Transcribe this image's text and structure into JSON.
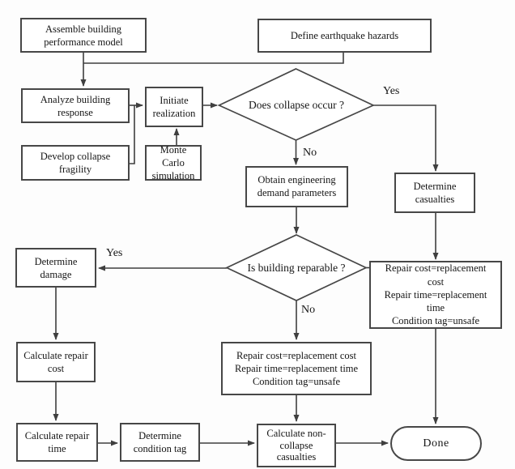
{
  "nodes": {
    "assemble_model": {
      "label": "Assemble building\nperformance model"
    },
    "define_hazards": {
      "label": "Define earthquake hazards"
    },
    "analyze_response": {
      "label": "Analyze building\nresponse"
    },
    "initiate_realization": {
      "label": "Initiate\nrealization"
    },
    "develop_fragility": {
      "label": "Develop collapse\nfragility"
    },
    "monte_carlo": {
      "label": "Monte Carlo\nsimulation"
    },
    "collapse_decision": {
      "label": "Does collapse occur ?"
    },
    "obtain_edp": {
      "label": "Obtain engineering\ndemand parameters"
    },
    "determine_casualties": {
      "label": "Determine\ncasualties"
    },
    "reparable_decision": {
      "label": "Is building reparable ?"
    },
    "determine_damage": {
      "label": "Determine\ndamage"
    },
    "repair_unsafe_right": {
      "label": "Repair cost=replacement\ncost\nRepair time=replacement\ntime\nCondition tag=unsafe"
    },
    "repair_unsafe_mid": {
      "label": "Repair cost=replacement cost\nRepair time=replacement time\nCondition tag=unsafe"
    },
    "calc_repair_cost": {
      "label": "Calculate repair\ncost"
    },
    "calc_repair_time": {
      "label": "Calculate repair\ntime"
    },
    "determine_condition_tag": {
      "label": "Determine\ncondition tag"
    },
    "calc_noncollapse": {
      "label": "Calculate non-\ncollapse\ncasualties"
    },
    "done": {
      "label": "Done"
    }
  },
  "edge_labels": {
    "collapse_yes": "Yes",
    "collapse_no": "No",
    "reparable_yes": "Yes",
    "reparable_no": "No"
  },
  "colors": {
    "line": "#3f3f3f",
    "border": "#474747",
    "text": "#151515",
    "background": "#fdfdfd"
  }
}
